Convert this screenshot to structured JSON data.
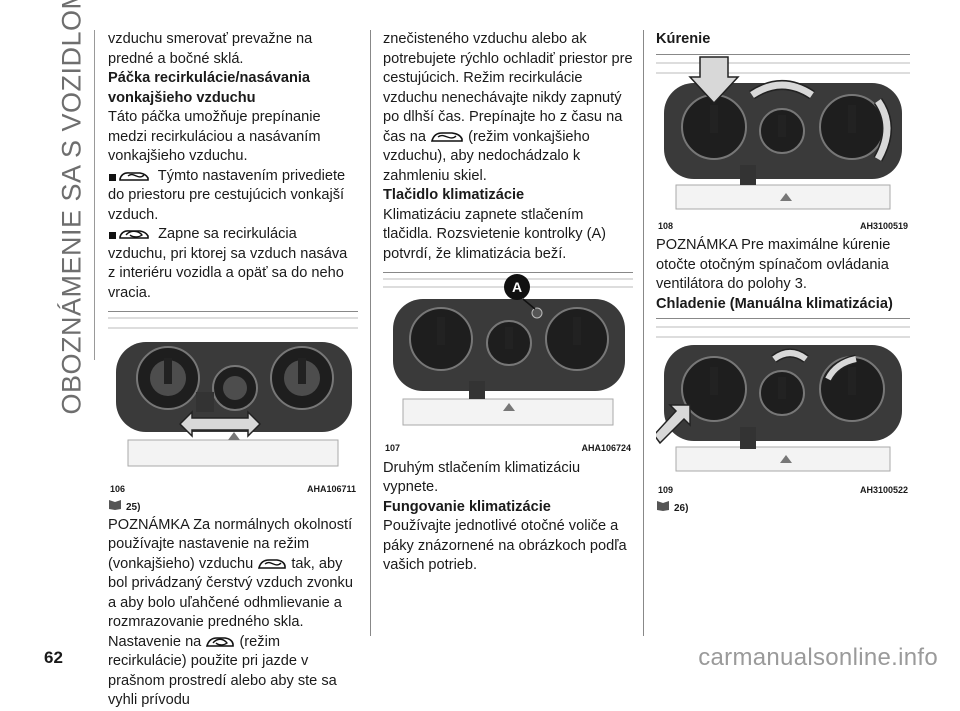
{
  "sidebar": {
    "title": "OBOZNÁMENIE SA S VOZIDLOM"
  },
  "col1": {
    "p1": "vzduchu smerovať prevažne na predné a bočné sklá.",
    "h1": "Páčka recirkulácie/nasávania vonkajšieho vzduchu",
    "p2": "Táto páčka umožňuje prepínanie medzi recirkuláciou a nasávaním vonkajšieho vzduchu.",
    "p3": "Týmto nastavením privediete do priestoru pre cestujúcich vonkajší vzduch.",
    "p4": "Zapne sa recirkulácia vzduchu, pri ktorej sa vzduch nasáva z interiéru vozidla a opäť sa do neho vracia.",
    "fig_num": "106",
    "fig_code": "AHA106711",
    "note_ref": "25)",
    "p5a": "POZNÁMKA Za normálnych okolností používajte nastavenie na režim (vonkajšieho) vzduchu",
    "p5b": "tak, aby bol privádzaný čerstvý vzduch zvonku a aby bolo uľahčené odhmlievanie a rozmrazovanie predného skla.",
    "p5c": "Nastavenie na",
    "p5d": "(režim recirkulácie) použite pri jazde v prašnom prostredí alebo aby ste sa vyhli prívodu"
  },
  "col2": {
    "p1a": "znečisteného vzduchu alebo ak potrebujete rýchlo ochladiť priestor pre cestujúcich. Režim recirkulácie vzduchu nenechávajte nikdy zapnutý po dlhší čas. Prepínajte ho z času na čas na",
    "p1b": "(režim vonkajšieho vzduchu), aby nedochádzalo k zahmleniu skiel.",
    "h1": "Tlačidlo klimatizácie",
    "p2": "Klimatizáciu zapnete stlačením tlačidla. Rozsvietenie kontrolky (A) potvrdí, že klimatizácia beží.",
    "fig_num": "107",
    "fig_code": "AHA106724",
    "fig_label": "A",
    "p3": "Druhým stlačením klimatizáciu vypnete.",
    "h2": "Fungovanie klimatizácie",
    "p4": "Používajte jednotlivé otočné voliče a páky znázornené na obrázkoch podľa vašich potrieb."
  },
  "col3": {
    "h1": "Kúrenie",
    "fig1_num": "108",
    "fig1_code": "AH3100519",
    "p1": "POZNÁMKA Pre maximálne kúrenie otočte otočným spínačom ovládania ventilátora do polohy 3.",
    "h2": "Chladenie (Manuálna klimatizácia)",
    "fig2_num": "109",
    "fig2_code": "AH3100522",
    "note_ref": "26)"
  },
  "page_number": "62",
  "watermark": "carmanualsonline.info"
}
